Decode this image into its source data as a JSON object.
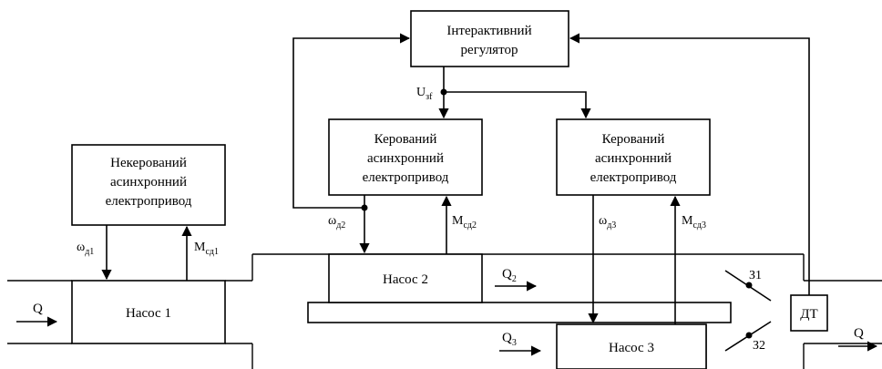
{
  "blocks": {
    "interactive_regulator": [
      "Інтерактивний",
      "регулятор"
    ],
    "uncontrolled_drive": [
      "Некерований",
      "асинхронний",
      "електропривод"
    ],
    "controlled_drive_2": [
      "Керований",
      "асинхронний",
      "електропривод"
    ],
    "controlled_drive_3": [
      "Керований",
      "асинхронний",
      "електропривод"
    ],
    "pump_1": "Насос 1",
    "pump_2": "Насос 2",
    "pump_3": "Насос 3",
    "sensor": "ДТ"
  },
  "signals": {
    "u_main": "U",
    "u_sub": "зf",
    "omega": "ω",
    "omega_sub_1": "д1",
    "omega_sub_2": "д2",
    "omega_sub_3": "д3",
    "moment": "M",
    "moment_sub_1": "сд1",
    "moment_sub_2": "сд2",
    "moment_sub_3": "сд3"
  },
  "flows": {
    "q_in": "Q",
    "q_out": "Q",
    "q2_main": "Q",
    "q2_sub": "2",
    "q3_main": "Q",
    "q3_sub": "3"
  },
  "valves": {
    "valve_1": "З1",
    "valve_2": "З2"
  }
}
